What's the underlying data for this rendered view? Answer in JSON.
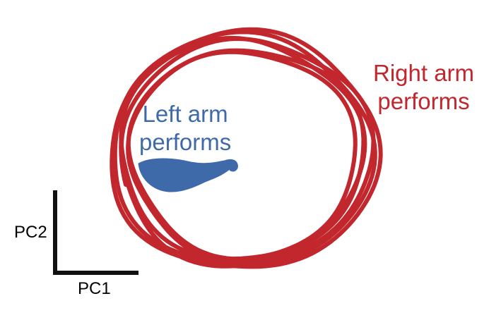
{
  "colors": {
    "right_arm": "#c1272d",
    "left_arm": "#3f6aaa",
    "axes": "#111111"
  },
  "labels": {
    "right_arm_line1": "Right arm",
    "right_arm_line2": "performs",
    "left_arm_line1": "Left arm",
    "left_arm_line2": "performs",
    "axis_x": "PC1",
    "axis_y": "PC2"
  }
}
